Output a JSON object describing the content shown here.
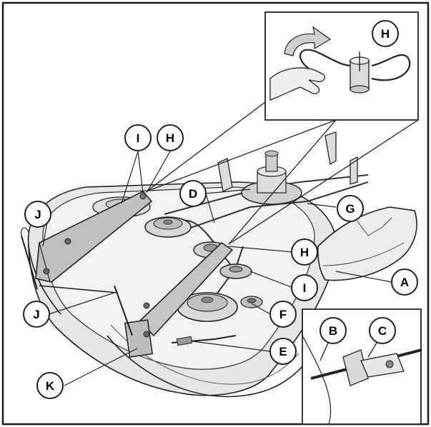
{
  "diagram": {
    "callouts": [
      {
        "id": "H1",
        "label": "H"
      },
      {
        "id": "I1",
        "label": "I"
      },
      {
        "id": "H2",
        "label": "H"
      },
      {
        "id": "D",
        "label": "D"
      },
      {
        "id": "G",
        "label": "G"
      },
      {
        "id": "J1",
        "label": "J"
      },
      {
        "id": "H3",
        "label": "H"
      },
      {
        "id": "I2",
        "label": "I"
      },
      {
        "id": "A",
        "label": "A"
      },
      {
        "id": "F",
        "label": "F"
      },
      {
        "id": "J2",
        "label": "J"
      },
      {
        "id": "B",
        "label": "B"
      },
      {
        "id": "C",
        "label": "C"
      },
      {
        "id": "E",
        "label": "E"
      },
      {
        "id": "K",
        "label": "K"
      }
    ]
  }
}
